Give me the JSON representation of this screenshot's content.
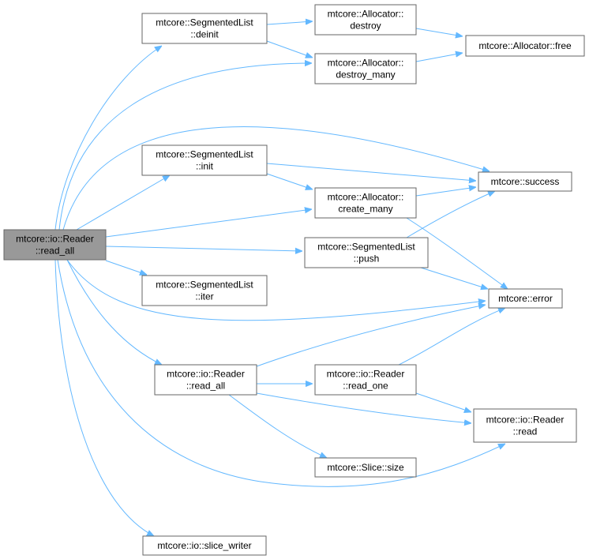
{
  "graph": {
    "nodes": [
      {
        "id": "root",
        "lines": [
          "mtcore::io::Reader",
          "::read_all"
        ],
        "root": true
      },
      {
        "id": "sl_deinit",
        "lines": [
          "mtcore::SegmentedList",
          "::deinit"
        ]
      },
      {
        "id": "alloc_destroy",
        "lines": [
          "mtcore::Allocator::",
          "destroy"
        ]
      },
      {
        "id": "alloc_destroy_many",
        "lines": [
          "mtcore::Allocator::",
          "destroy_many"
        ]
      },
      {
        "id": "alloc_free",
        "lines": [
          "mtcore::Allocator::free"
        ]
      },
      {
        "id": "sl_init",
        "lines": [
          "mtcore::SegmentedList",
          "::init"
        ]
      },
      {
        "id": "alloc_create_many",
        "lines": [
          "mtcore::Allocator::",
          "create_many"
        ]
      },
      {
        "id": "success",
        "lines": [
          "mtcore::success"
        ]
      },
      {
        "id": "sl_push",
        "lines": [
          "mtcore::SegmentedList",
          "::push"
        ]
      },
      {
        "id": "sl_iter",
        "lines": [
          "mtcore::SegmentedList",
          "::iter"
        ]
      },
      {
        "id": "error",
        "lines": [
          "mtcore::error"
        ]
      },
      {
        "id": "reader_read_all",
        "lines": [
          "mtcore::io::Reader",
          "::read_all"
        ]
      },
      {
        "id": "reader_read_one",
        "lines": [
          "mtcore::io::Reader",
          "::read_one"
        ]
      },
      {
        "id": "reader_read",
        "lines": [
          "mtcore::io::Reader",
          "::read"
        ]
      },
      {
        "id": "slice_size",
        "lines": [
          "mtcore::Slice::size"
        ]
      },
      {
        "id": "slice_writer",
        "lines": [
          "mtcore::io::slice_writer"
        ]
      }
    ],
    "edges": [
      {
        "from": "root",
        "to": "sl_deinit"
      },
      {
        "from": "root",
        "to": "alloc_destroy_many"
      },
      {
        "from": "root",
        "to": "success"
      },
      {
        "from": "root",
        "to": "sl_init"
      },
      {
        "from": "root",
        "to": "alloc_create_many"
      },
      {
        "from": "root",
        "to": "sl_push"
      },
      {
        "from": "root",
        "to": "sl_iter"
      },
      {
        "from": "root",
        "to": "error"
      },
      {
        "from": "root",
        "to": "reader_read_all"
      },
      {
        "from": "root",
        "to": "reader_read"
      },
      {
        "from": "root",
        "to": "slice_writer"
      },
      {
        "from": "sl_deinit",
        "to": "alloc_destroy"
      },
      {
        "from": "sl_deinit",
        "to": "alloc_destroy_many"
      },
      {
        "from": "alloc_destroy",
        "to": "alloc_free"
      },
      {
        "from": "alloc_destroy_many",
        "to": "alloc_free"
      },
      {
        "from": "sl_init",
        "to": "success"
      },
      {
        "from": "sl_init",
        "to": "alloc_create_many"
      },
      {
        "from": "alloc_create_many",
        "to": "success"
      },
      {
        "from": "alloc_create_many",
        "to": "error"
      },
      {
        "from": "sl_push",
        "to": "success"
      },
      {
        "from": "sl_push",
        "to": "error"
      },
      {
        "from": "reader_read_all",
        "to": "error"
      },
      {
        "from": "reader_read_all",
        "to": "reader_read_one"
      },
      {
        "from": "reader_read_all",
        "to": "reader_read"
      },
      {
        "from": "reader_read_all",
        "to": "slice_size"
      },
      {
        "from": "reader_read_one",
        "to": "error"
      },
      {
        "from": "reader_read_one",
        "to": "reader_read"
      }
    ],
    "colors": {
      "edge": "#63b8ff",
      "node_border": "#666666",
      "root_fill": "#999999",
      "node_fill": "#ffffff"
    }
  }
}
